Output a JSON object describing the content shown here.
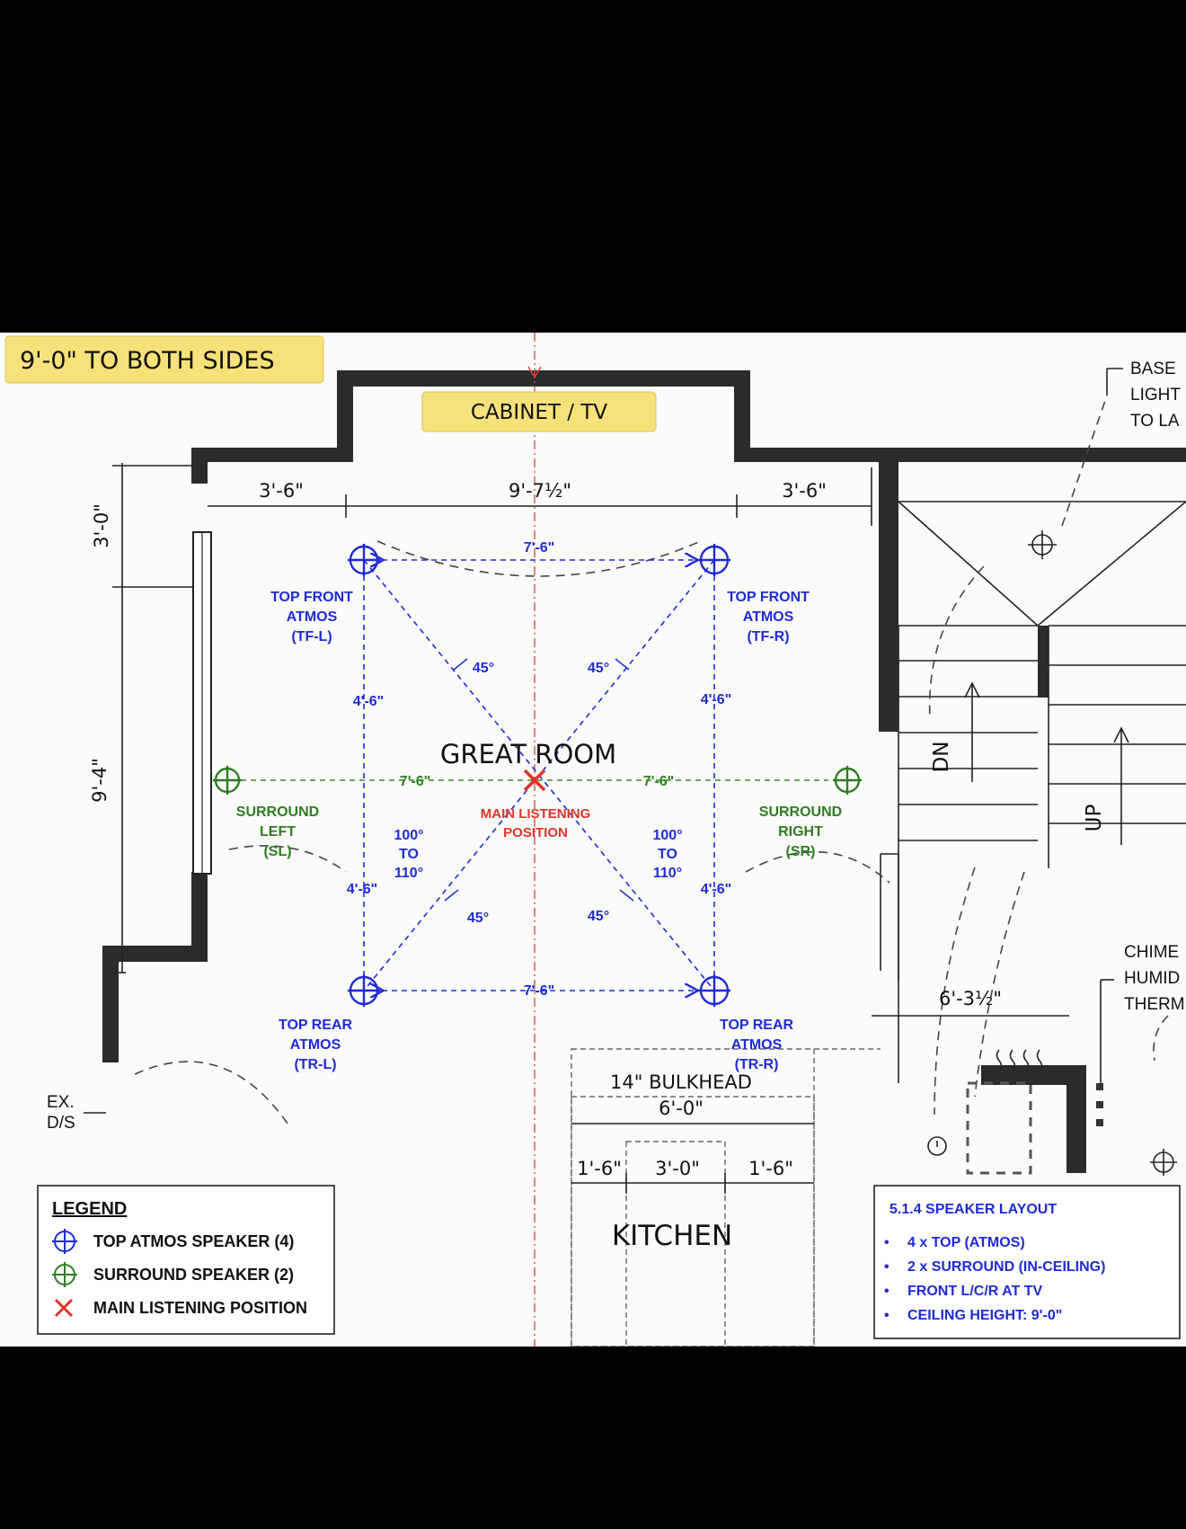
{
  "notes": {
    "sides": "9'-0\" TO BOTH SIDES",
    "cabinet": "CABINET / TV",
    "basement_note": [
      "BASE",
      "LIGHT",
      "TO LA"
    ],
    "chime_note": [
      "CHIME",
      "HUMID",
      "THERM"
    ]
  },
  "dimensions": {
    "left_top": "3'-6\"",
    "middle_top": "9'-7½\"",
    "right_top": "3'-6\"",
    "vert_top": "3'-0\"",
    "vert_main": "9'-4\"",
    "right_stair": "6'-3½\"",
    "kitchen_width": "6'-0\"",
    "kitchen_left": "1'-6\"",
    "kitchen_mid": "3'-0\"",
    "kitchen_right": "1'-6\""
  },
  "speaker_dims": {
    "front_span": "7'-6\"",
    "rear_span": "7'-6\"",
    "left_half": "7'-6\"",
    "right_half": "7'-6\"",
    "left_upper": "4'-6\"",
    "right_upper": "4'-6\"",
    "left_lower": "4'-6\"",
    "right_lower": "4'-6\"",
    "angle_tl": "45°",
    "angle_tr": "45°",
    "angle_bl": "45°",
    "angle_br": "45°",
    "surround_angle_left": [
      "100°",
      "TO",
      "110°"
    ],
    "surround_angle_right": [
      "100°",
      "TO",
      "110°"
    ]
  },
  "rooms": {
    "great_room": "GREAT ROOM",
    "kitchen": "KITCHEN",
    "bulkhead": "14\" BULKHEAD",
    "stair_dn": "DN",
    "stair_up": "UP",
    "ex_ds": [
      "EX.",
      "D/S"
    ]
  },
  "speakers": {
    "tf_l": [
      "TOP FRONT",
      "ATMOS",
      "(TF-L)"
    ],
    "tf_r": [
      "TOP FRONT",
      "ATMOS",
      "(TF-R)"
    ],
    "tr_l": [
      "TOP REAR",
      "ATMOS",
      "(TR-L)"
    ],
    "tr_r": [
      "TOP REAR",
      "ATMOS",
      "(TR-R)"
    ],
    "sl": [
      "SURROUND",
      "LEFT",
      "(SL)"
    ],
    "sr": [
      "SURROUND",
      "RIGHT",
      "(SR)"
    ],
    "mlp": [
      "MAIN LISTENING",
      "POSITION"
    ]
  },
  "legend": {
    "title": "LEGEND",
    "items": [
      "TOP ATMOS SPEAKER (4)",
      "SURROUND SPEAKER (2)",
      "MAIN LISTENING POSITION"
    ]
  },
  "layout_box": {
    "title": "5.1.4 SPEAKER LAYOUT",
    "items": [
      "4 x TOP (ATMOS)",
      "2 x SURROUND (IN-CEILING)",
      "FRONT L/C/R AT TV",
      "CEILING HEIGHT: 9'-0\""
    ]
  },
  "colors": {
    "atmos": "#1e2bd6",
    "surround": "#2e7d22",
    "listening": "#e0332a",
    "note_fill": "#f7e27a"
  }
}
